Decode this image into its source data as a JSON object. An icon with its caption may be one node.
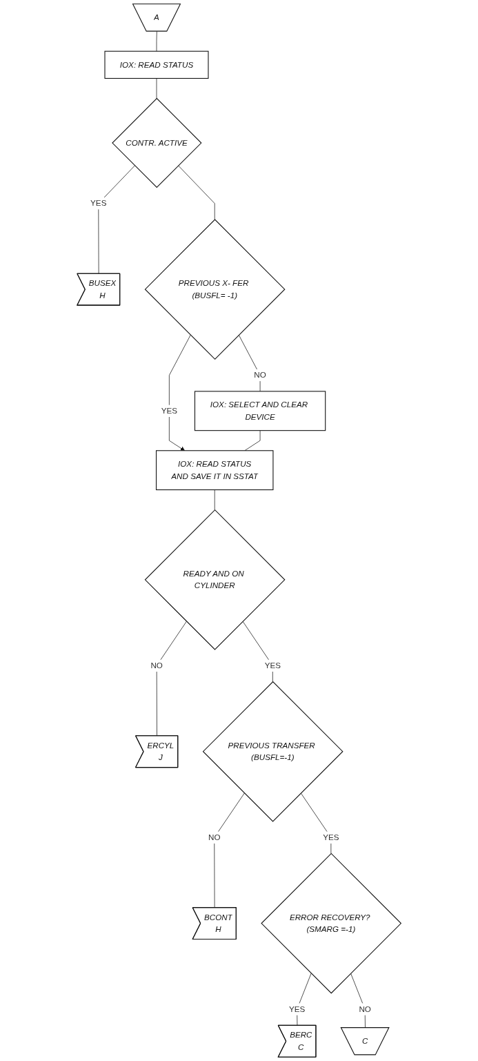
{
  "diagram": {
    "nodes": [
      {
        "text": [
          "A"
        ]
      },
      {
        "text": [
          "IOX: READ STATUS"
        ]
      },
      {
        "text": [
          "CONTR. ACTIVE"
        ]
      },
      {
        "text": [
          "BUSEX",
          "H"
        ]
      },
      {
        "text": [
          "PREVIOUS X- FER (BUSFL= -1)"
        ]
      },
      {
        "text": [
          "IOX: SELECT AND CLEAR DEVICE"
        ]
      },
      {
        "text": [
          "IOX: READ STATUS",
          "AND SAVE IT IN SSTAT"
        ]
      },
      {
        "text": [
          "READY AND ON CYLINDER"
        ]
      },
      {
        "text": [
          "ERCYL",
          "J"
        ]
      },
      {
        "text": [
          "PREVIOUS TRANSFER (BUSFL=-1)"
        ]
      },
      {
        "text": [
          "BCONT",
          "H"
        ]
      },
      {
        "text": [
          "ERROR RECOVERY? (SMARG =-1)"
        ]
      },
      {
        "text": [
          "BERC",
          "C"
        ]
      },
      {
        "text": [
          "C"
        ]
      }
    ],
    "edges": [
      {
        "from": 0,
        "to": 1,
        "arrow": "none"
      },
      {
        "from": 1,
        "to": 2,
        "arrow": "none"
      },
      {
        "from": 2,
        "to": 3,
        "label": "YES",
        "arrow": "none"
      },
      {
        "from": 2,
        "to": 4,
        "arrow": "none"
      },
      {
        "from": 4,
        "to": 5,
        "label": "NO",
        "arrow": "none"
      },
      {
        "from": 4,
        "to": 6,
        "label": "YES",
        "arrow": "to"
      },
      {
        "from": 5,
        "to": 6,
        "arrow": "none"
      },
      {
        "from": 6,
        "to": 7,
        "arrow": "none"
      },
      {
        "from": 7,
        "to": 8,
        "label": "NO",
        "arrow": "none"
      },
      {
        "from": 7,
        "to": 9,
        "label": "YES",
        "arrow": "none"
      },
      {
        "from": 9,
        "to": 10,
        "label": "NO",
        "arrow": "none"
      },
      {
        "from": 9,
        "to": 11,
        "label": "YES",
        "arrow": "none"
      },
      {
        "from": 11,
        "to": 12,
        "label": "YES",
        "arrow": "none"
      },
      {
        "from": 11,
        "to": 13,
        "label": "NO",
        "arrow": "none"
      }
    ]
  }
}
